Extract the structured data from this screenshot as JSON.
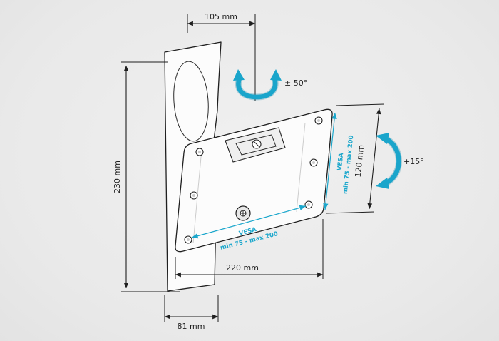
{
  "scene": {
    "background": "#ebebeb",
    "accent": "#1ba7cc",
    "ink": "#1f1f1f"
  },
  "dimensions": {
    "depth_top": "105 mm",
    "height_wall": "230 mm",
    "width_base": "81 mm",
    "width_plate": "220 mm",
    "height_plate": "120 mm"
  },
  "angles": {
    "swivel": "± 50°",
    "tilt": "+15°"
  },
  "vesa_vertical": {
    "title": "VESA",
    "range": "min 75 - max 200"
  },
  "vesa_horizontal": {
    "title": "VESA",
    "range": "min 75 - max 200"
  }
}
